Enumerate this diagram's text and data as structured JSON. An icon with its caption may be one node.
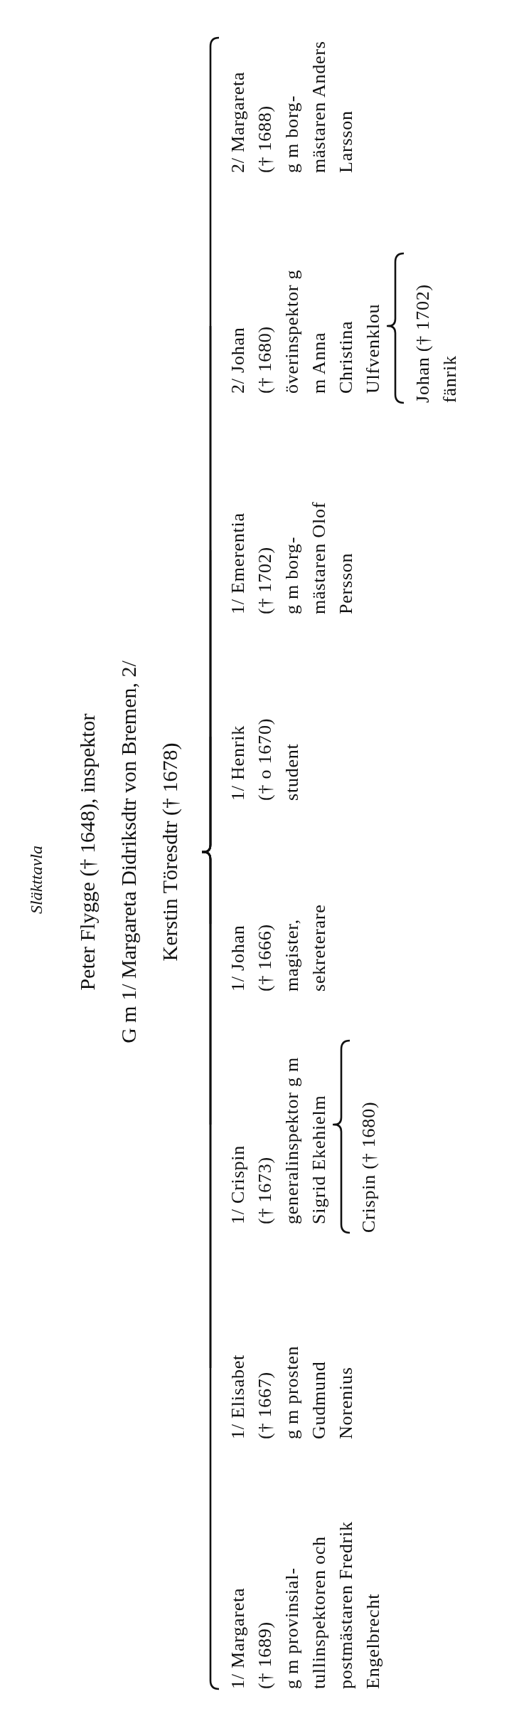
{
  "diagram": {
    "title": "Släkttavla",
    "nodes": [
      {
        "text": [
          "Peter Flygge († 1648), inspektor",
          "G m 1/ Margareta Didriksdtr von Bremen, 2/ Kerstin Töresdtr († 1678)"
        ]
      },
      {
        "text": [
          "1/ Margareta",
          "(† 1689)",
          "g m provinsial-tullinspektoren och postmästaren Fredrik Engelbrecht"
        ]
      },
      {
        "text": [
          "1/ Elisabet",
          "(† 1667)",
          "g m prosten Gudmund Norenius"
        ]
      },
      {
        "text": [
          "1/ Crispin",
          "(† 1673)",
          "generalinspektor g m Sigrid Ekehielm"
        ]
      },
      {
        "text": [
          "1/ Johan",
          "(† 1666)",
          "magister, sekreterare"
        ]
      },
      {
        "text": [
          "1/ Henrik",
          "(† o 1670)",
          "student"
        ]
      },
      {
        "text": [
          "1/ Emerentia",
          "(† 1702)",
          "g m borg- mästaren Olof Persson"
        ]
      },
      {
        "text": [
          "2/ Johan",
          "(† 1680)",
          "överinspektor g m Anna Christina Ulfvenklou"
        ]
      },
      {
        "text": [
          "2/ Margareta",
          "(† 1688)",
          "g m borg- mästaren Anders Larsson"
        ]
      },
      {
        "text": [
          "Crispin († 1680)"
        ]
      },
      {
        "text": [
          "Johan († 1702) fänrik"
        ]
      }
    ],
    "edges": [
      {
        "from": 0,
        "to": 1,
        "arrow": "none"
      },
      {
        "from": 0,
        "to": 2,
        "arrow": "none"
      },
      {
        "from": 0,
        "to": 3,
        "arrow": "none"
      },
      {
        "from": 0,
        "to": 4,
        "arrow": "none"
      },
      {
        "from": 0,
        "to": 5,
        "arrow": "none"
      },
      {
        "from": 0,
        "to": 6,
        "arrow": "none"
      },
      {
        "from": 0,
        "to": 7,
        "arrow": "none"
      },
      {
        "from": 0,
        "to": 8,
        "arrow": "none"
      },
      {
        "from": 3,
        "to": 9,
        "arrow": "none"
      },
      {
        "from": 7,
        "to": 10,
        "arrow": "none"
      }
    ]
  }
}
